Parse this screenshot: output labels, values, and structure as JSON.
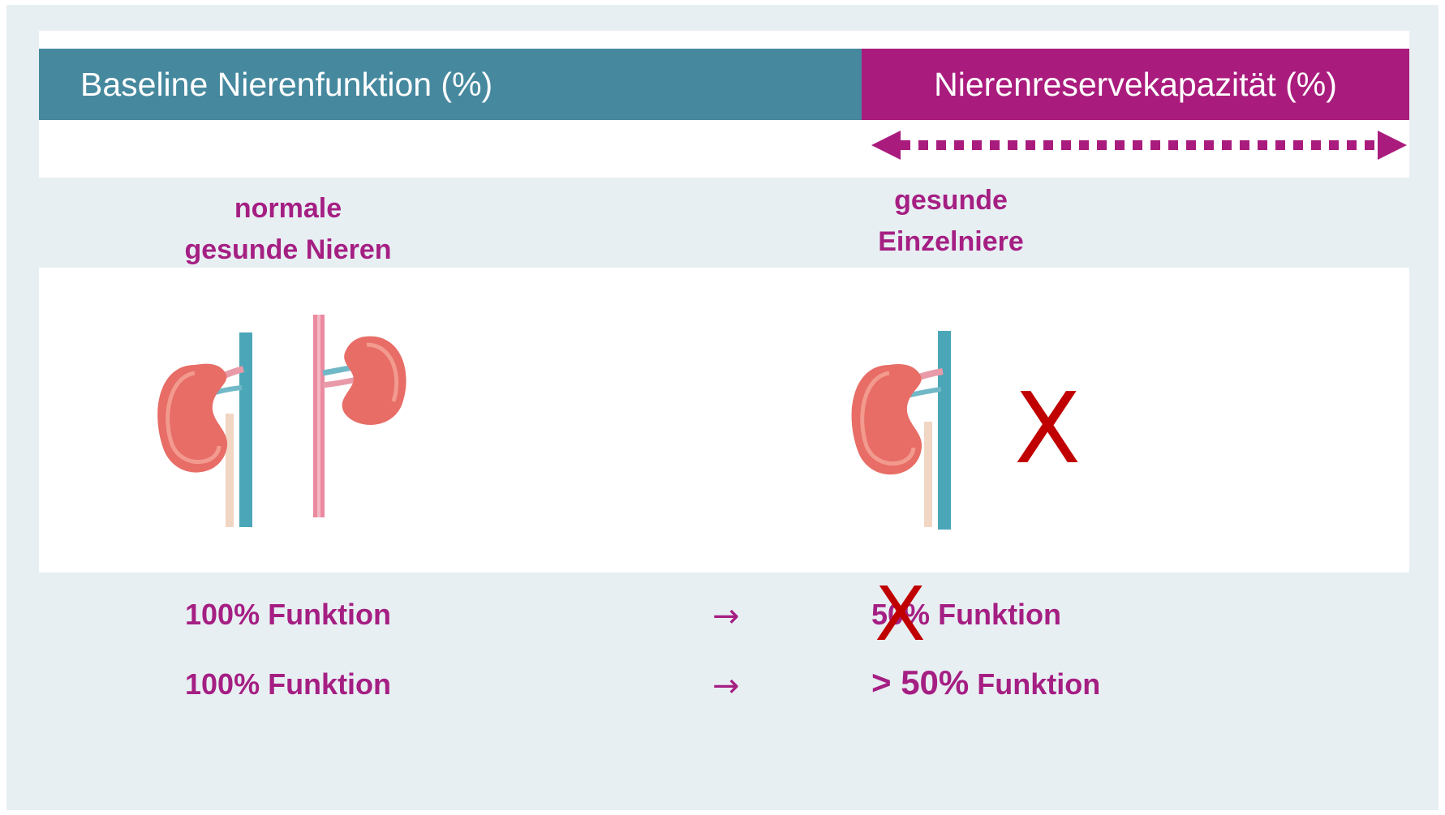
{
  "header": {
    "baseline_label": "Baseline Nierenfunktion (%)",
    "reserve_label": "Nierenreservekapazität (%)"
  },
  "labels": {
    "normal_line1": "normale",
    "normal_line2": "gesunde Nieren",
    "single_line1": "gesunde",
    "single_line2": "Einzelniere"
  },
  "rows": [
    {
      "left": "100% Funktion",
      "arrow": "→",
      "right_prefix": "50%",
      "right_suffix": "Funktion",
      "struck": true
    },
    {
      "left": "100% Funktion",
      "arrow": "→",
      "right_prefix": "> 50%",
      "right_suffix": "Funktion",
      "struck": false
    }
  ],
  "marks": {
    "cross": "X"
  },
  "colors": {
    "baseline_bar": "#46899f",
    "reserve_bar": "#a91c7d",
    "label_text": "#a51f83",
    "cross": "#c00000",
    "panel_bg": "#e8eff3"
  },
  "icons": [
    "kidney-pair-icon",
    "single-kidney-icon",
    "double-arrow-icon",
    "cross-mark-icon"
  ]
}
